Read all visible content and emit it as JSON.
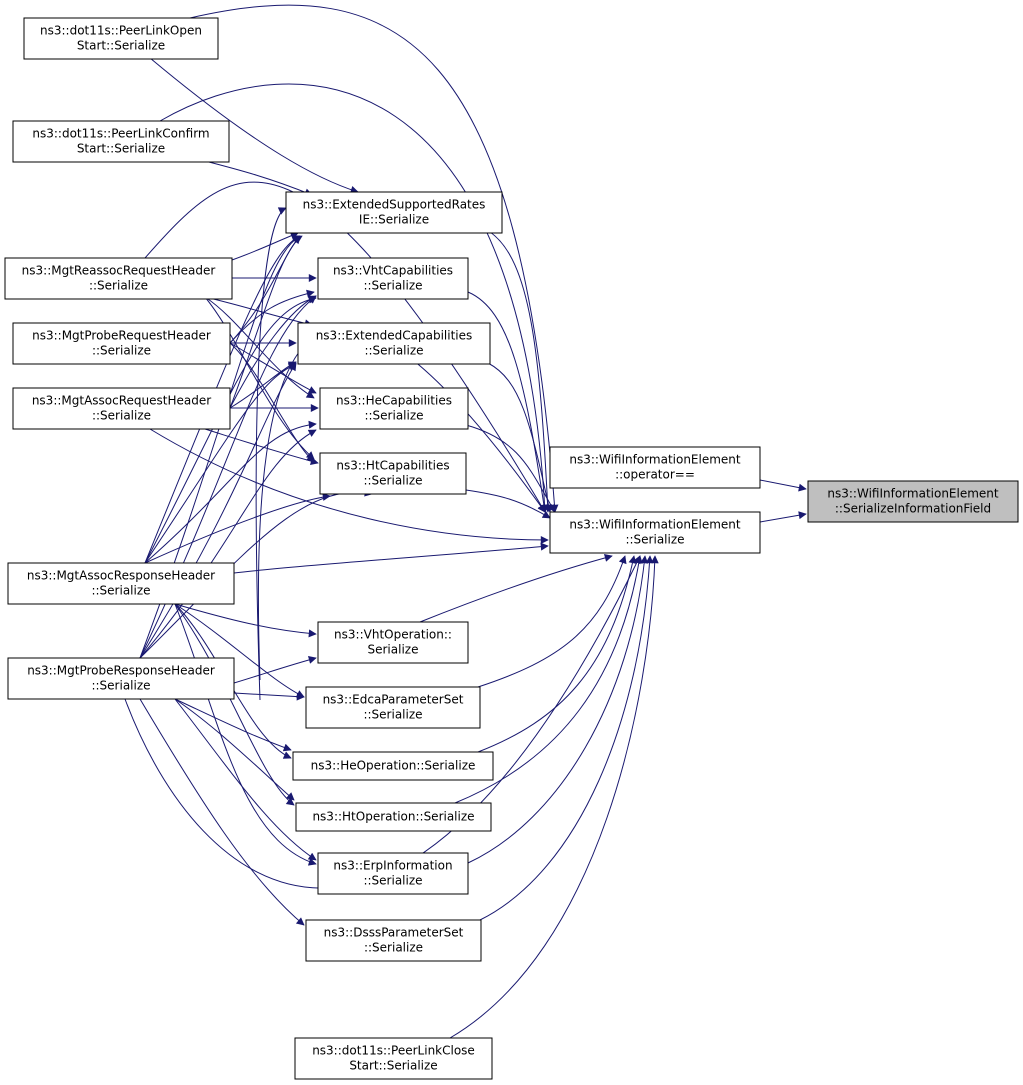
{
  "colors": {
    "edge": "#191970",
    "focus_fill": "#bfbfbf",
    "node_fill": "#ffffff",
    "node_border": "#000000"
  },
  "nodes": [
    {
      "id": "n_peerlinkopen",
      "lines": [
        "ns3::dot11s::PeerLinkOpen",
        "Start::Serialize"
      ]
    },
    {
      "id": "n_peerlinkconfirm",
      "lines": [
        "ns3::dot11s::PeerLinkConfirm",
        "Start::Serialize"
      ]
    },
    {
      "id": "n_extsupp",
      "lines": [
        "ns3::ExtendedSupportedRates",
        "IE::Serialize"
      ]
    },
    {
      "id": "n_reassocreq",
      "lines": [
        "ns3::MgtReassocRequestHeader",
        "::Serialize"
      ]
    },
    {
      "id": "n_vhtcap",
      "lines": [
        "ns3::VhtCapabilities",
        "::Serialize"
      ]
    },
    {
      "id": "n_probereq",
      "lines": [
        "ns3::MgtProbeRequestHeader",
        "::Serialize"
      ]
    },
    {
      "id": "n_extcap",
      "lines": [
        "ns3::ExtendedCapabilities",
        "::Serialize"
      ]
    },
    {
      "id": "n_assocreq",
      "lines": [
        "ns3::MgtAssocRequestHeader",
        "::Serialize"
      ]
    },
    {
      "id": "n_hecap",
      "lines": [
        "ns3::HeCapabilities",
        "::Serialize"
      ]
    },
    {
      "id": "n_htcap",
      "lines": [
        "ns3::HtCapabilities",
        "::Serialize"
      ]
    },
    {
      "id": "n_wie_op",
      "lines": [
        "ns3::WifiInformationElement",
        "::operator=="
      ]
    },
    {
      "id": "n_wie_serinfo",
      "lines": [
        "ns3::WifiInformationElement",
        "::SerializeInformationField"
      ]
    },
    {
      "id": "n_wie_ser",
      "lines": [
        "ns3::WifiInformationElement",
        "::Serialize"
      ]
    },
    {
      "id": "n_assocresp",
      "lines": [
        "ns3::MgtAssocResponseHeader",
        "::Serialize"
      ]
    },
    {
      "id": "n_vhtop",
      "lines": [
        "ns3::VhtOperation::",
        "Serialize"
      ]
    },
    {
      "id": "n_proberesp",
      "lines": [
        "ns3::MgtProbeResponseHeader",
        "::Serialize"
      ]
    },
    {
      "id": "n_edca",
      "lines": [
        "ns3::EdcaParameterSet",
        "::Serialize"
      ]
    },
    {
      "id": "n_heop",
      "lines": [
        "ns3::HeOperation::Serialize"
      ]
    },
    {
      "id": "n_htop",
      "lines": [
        "ns3::HtOperation::Serialize"
      ]
    },
    {
      "id": "n_erp",
      "lines": [
        "ns3::ErpInformation",
        "::Serialize"
      ]
    },
    {
      "id": "n_dsss",
      "lines": [
        "ns3::DsssParameterSet",
        "::Serialize"
      ]
    },
    {
      "id": "n_peerlinkclose",
      "lines": [
        "ns3::dot11s::PeerLinkClose",
        "Start::Serialize"
      ]
    }
  ]
}
